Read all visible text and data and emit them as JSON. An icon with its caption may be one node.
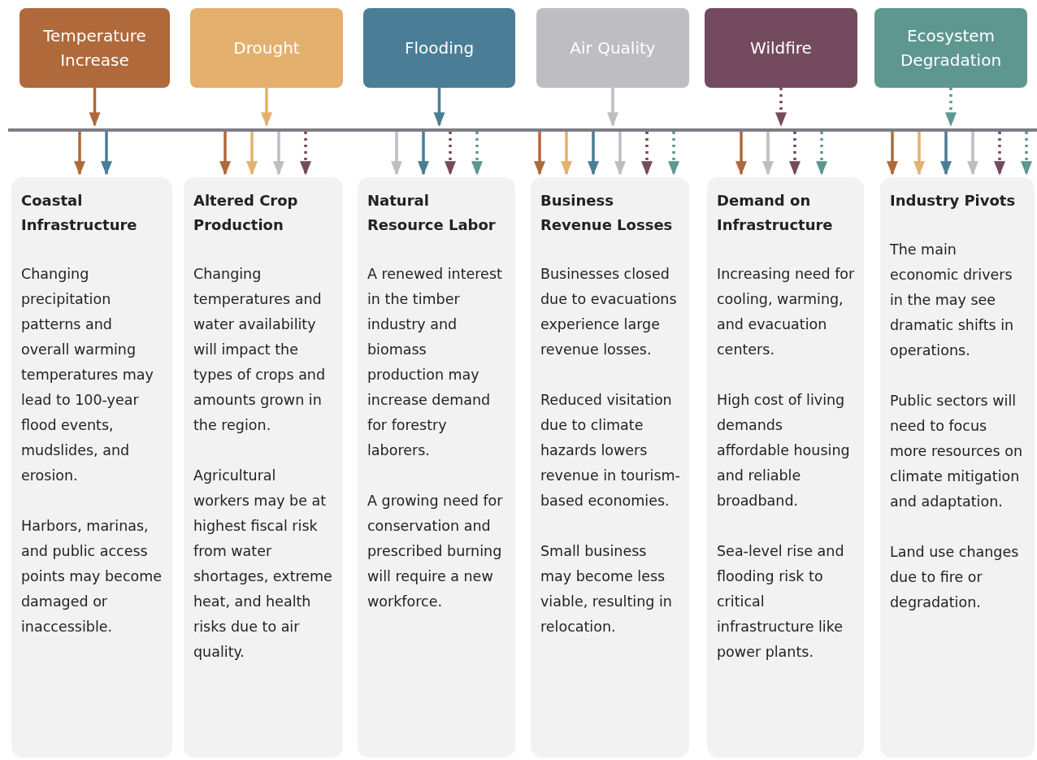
{
  "diagram": {
    "nodes": [
      {
        "text": [
          "Temperature Increase"
        ]
      },
      {
        "text": [
          "Drought"
        ]
      },
      {
        "text": [
          "Flooding"
        ]
      },
      {
        "text": [
          "Air Quality"
        ]
      },
      {
        "text": [
          "Wildfire"
        ]
      },
      {
        "text": [
          "Ecosystem Degradation"
        ]
      },
      {
        "text": [],
        "shape": "bar"
      },
      {
        "text": [
          "Coastal Infrastructure",
          "Changing precipitation patterns and overall warming temperatures may lead to 100-year flood events, mudslides, and erosion.",
          "Harbors, marinas, and public access points may become damaged or inaccessible."
        ]
      },
      {
        "text": [
          "Altered Crop Production",
          "Changing temperatures and water availability will impact the types of crops and amounts grown in the region.",
          "Agricultural workers may be at highest fiscal risk from water shortages, extreme heat, and health risks due to air quality."
        ]
      },
      {
        "text": [
          "Natural Resource Labor",
          "A renewed interest in the timber industry and biomass production may increase demand for forestry laborers.",
          "A growing need for conservation and prescribed burning will require a new workforce."
        ]
      },
      {
        "text": [
          "Business Revenue Losses",
          "Businesses closed due to evacuations experience large revenue losses.",
          "Reduced visitation due to climate hazards lowers revenue in tourism-based economies.",
          "Small business may become less viable, resulting in relocation."
        ]
      },
      {
        "text": [
          "Demand on Infrastructure",
          "Increasing need for cooling, warming, and evacuation centers.",
          "High cost of living demands affordable housing and reliable broadband.",
          "Sea-level rise and flooding risk to critical infrastructure like power plants."
        ]
      },
      {
        "text": [
          "Industry Pivots",
          "The main economic drivers in the may see dramatic shifts in operations.",
          "Public sectors will need to focus more resources on climate mitigation and adaptation.",
          "Land use changes due to fire or degradation."
        ]
      }
    ],
    "edges": [
      {
        "from": 0,
        "to": 6,
        "arrow": "to",
        "color": "#b0693a"
      },
      {
        "from": 1,
        "to": 6,
        "arrow": "to",
        "color": "#e3b06e"
      },
      {
        "from": 2,
        "to": 6,
        "arrow": "to",
        "color": "#4a7d96"
      },
      {
        "from": 3,
        "to": 6,
        "arrow": "to",
        "color": "#bdbdc2"
      },
      {
        "from": 4,
        "to": 6,
        "arrow": "to",
        "color": "#744a5e",
        "style": "dashed"
      },
      {
        "from": 5,
        "to": 6,
        "arrow": "to",
        "color": "#5e9690",
        "style": "dashed"
      },
      {
        "from": 6,
        "to": 7,
        "arrow": "to",
        "color": "#b0693a"
      },
      {
        "from": 6,
        "to": 7,
        "arrow": "to",
        "color": "#4a7d96"
      },
      {
        "from": 6,
        "to": 8,
        "arrow": "to",
        "color": "#b0693a"
      },
      {
        "from": 6,
        "to": 8,
        "arrow": "to",
        "color": "#e3b06e"
      },
      {
        "from": 6,
        "to": 8,
        "arrow": "to",
        "color": "#bdbdc2"
      },
      {
        "from": 6,
        "to": 8,
        "arrow": "to",
        "color": "#744a5e",
        "style": "dashed"
      },
      {
        "from": 6,
        "to": 9,
        "arrow": "to",
        "color": "#bdbdc2"
      },
      {
        "from": 6,
        "to": 9,
        "arrow": "to",
        "color": "#4a7d96"
      },
      {
        "from": 6,
        "to": 9,
        "arrow": "to",
        "color": "#744a5e",
        "style": "dashed"
      },
      {
        "from": 6,
        "to": 9,
        "arrow": "to",
        "color": "#5e9690",
        "style": "dashed"
      },
      {
        "from": 6,
        "to": 10,
        "arrow": "to",
        "color": "#b0693a"
      },
      {
        "from": 6,
        "to": 10,
        "arrow": "to",
        "color": "#e3b06e"
      },
      {
        "from": 6,
        "to": 10,
        "arrow": "to",
        "color": "#4a7d96"
      },
      {
        "from": 6,
        "to": 10,
        "arrow": "to",
        "color": "#bdbdc2"
      },
      {
        "from": 6,
        "to": 10,
        "arrow": "to",
        "color": "#744a5e",
        "style": "dashed"
      },
      {
        "from": 6,
        "to": 10,
        "arrow": "to",
        "color": "#5e9690",
        "style": "dashed"
      },
      {
        "from": 6,
        "to": 11,
        "arrow": "to",
        "color": "#b0693a"
      },
      {
        "from": 6,
        "to": 11,
        "arrow": "to",
        "color": "#bdbdc2"
      },
      {
        "from": 6,
        "to": 11,
        "arrow": "to",
        "color": "#744a5e",
        "style": "dashed"
      },
      {
        "from": 6,
        "to": 11,
        "arrow": "to",
        "color": "#5e9690",
        "style": "dashed"
      },
      {
        "from": 6,
        "to": 12,
        "arrow": "to",
        "color": "#b0693a"
      },
      {
        "from": 6,
        "to": 12,
        "arrow": "to",
        "color": "#e3b06e"
      },
      {
        "from": 6,
        "to": 12,
        "arrow": "to",
        "color": "#4a7d96"
      },
      {
        "from": 6,
        "to": 12,
        "arrow": "to",
        "color": "#bdbdc2"
      },
      {
        "from": 6,
        "to": 12,
        "arrow": "to",
        "color": "#744a5e",
        "style": "dashed"
      },
      {
        "from": 6,
        "to": 12,
        "arrow": "to",
        "color": "#5e9690",
        "style": "dashed"
      }
    ]
  }
}
